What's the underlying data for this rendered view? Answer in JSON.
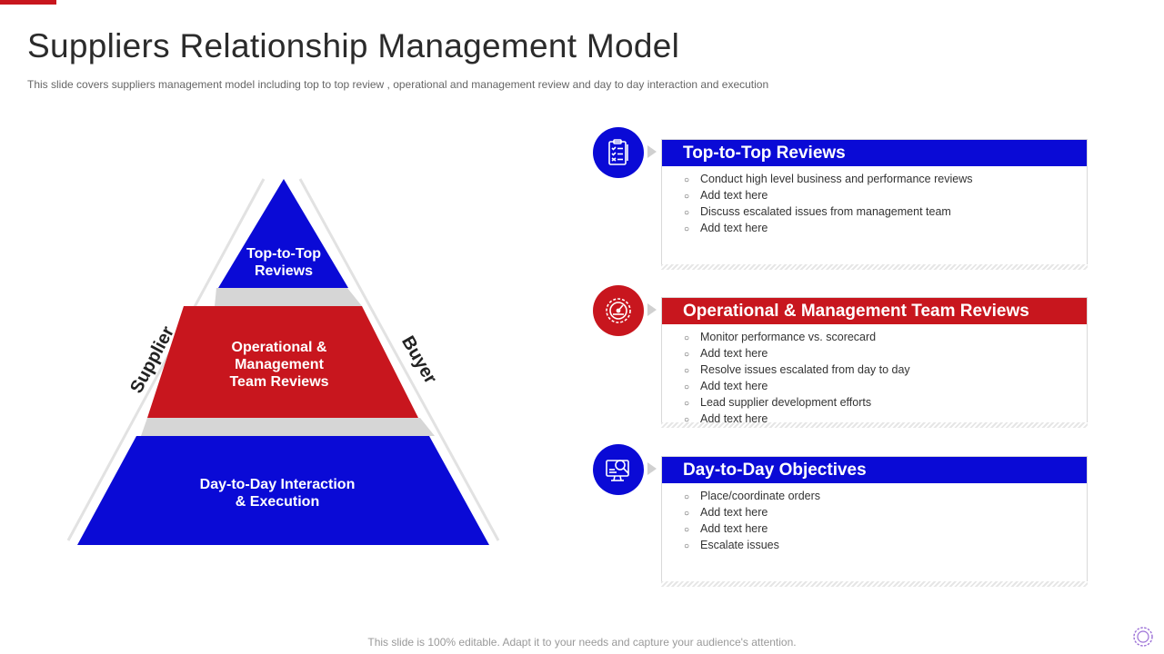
{
  "slide": {
    "title": "Suppliers Relationship Management Model",
    "subtitle": "This slide covers suppliers management model including top to top review ,  operational and management review and day to  day interaction and execution",
    "footer": "This slide is 100% editable. Adapt it to your needs and capture your audience's attention."
  },
  "pyramid": {
    "tiers": [
      {
        "line1": "Top-to-Top",
        "line2": "Reviews",
        "line3": "",
        "color": "#0a0ad6"
      },
      {
        "line1": "Operational &",
        "line2": "Management",
        "line3": "Team Reviews",
        "color": "#c8161e"
      },
      {
        "line1": "Day-to-Day Interaction",
        "line2": "& Execution",
        "line3": "",
        "color": "#0a0ad6"
      }
    ],
    "left_label": "Supplier",
    "right_label": "Buyer"
  },
  "cards": [
    {
      "title": "Top-to-Top Reviews",
      "icon": "checklist-icon",
      "color": "#0a0ad6",
      "items": [
        "Conduct high level  business and performance  reviews",
        "Add text here",
        "Discuss escalated issues from management  team",
        "Add text here"
      ]
    },
    {
      "title": "Operational & Management Team Reviews",
      "icon": "gauge-gear-icon",
      "color": "#c8161e",
      "items": [
        "Monitor performance  vs.  scorecard",
        "Add text here",
        "Resolve  issues escalated from  day to day",
        "Add text here",
        "Lead supplier development  efforts",
        "Add text here"
      ]
    },
    {
      "title": "Day-to-Day Objectives",
      "icon": "monitor-search-icon",
      "color": "#0a0ad6",
      "items": [
        "Place/coordinate orders",
        "Add text here",
        "Add text here",
        "Escalate issues"
      ]
    }
  ]
}
